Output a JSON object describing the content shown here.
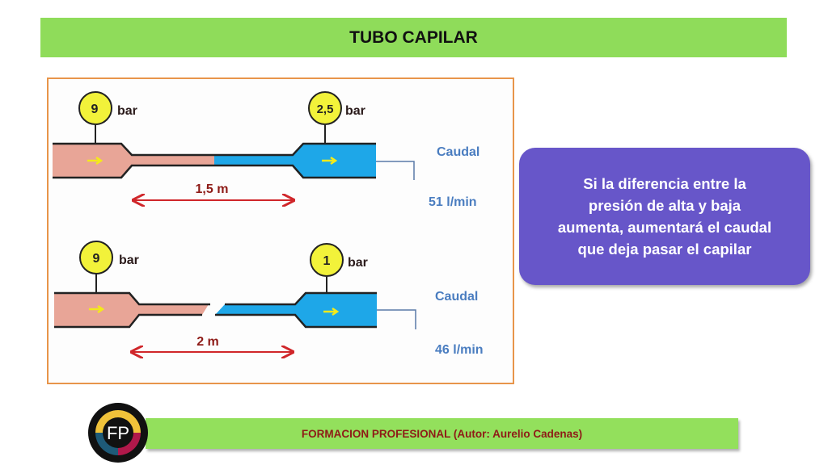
{
  "header": {
    "title": "TUBO CAPILAR"
  },
  "diagram": {
    "unit": "bar",
    "caudal_label": "Caudal",
    "rows": [
      {
        "p_high": "9",
        "p_low": "2,5",
        "length": "1,5 m",
        "flow": "51 l/min"
      },
      {
        "p_high": "9",
        "p_low": "1",
        "length": "2 m",
        "flow": "46 l/min"
      }
    ]
  },
  "info": {
    "lines": [
      "Si la diferencia entre la",
      "presión de alta y baja",
      "aumenta, aumentará el caudal",
      "que deja pasar el capilar"
    ]
  },
  "footer": {
    "text": "FORMACION PROFESIONAL  (Autor: Aurelio Cadenas)",
    "logo_text": "FP"
  },
  "colors": {
    "green": "#8fdc5a",
    "purple": "#6756c9",
    "pink": "#e8a597",
    "blue": "#1ea7e8",
    "gauge": "#f2f23a"
  }
}
